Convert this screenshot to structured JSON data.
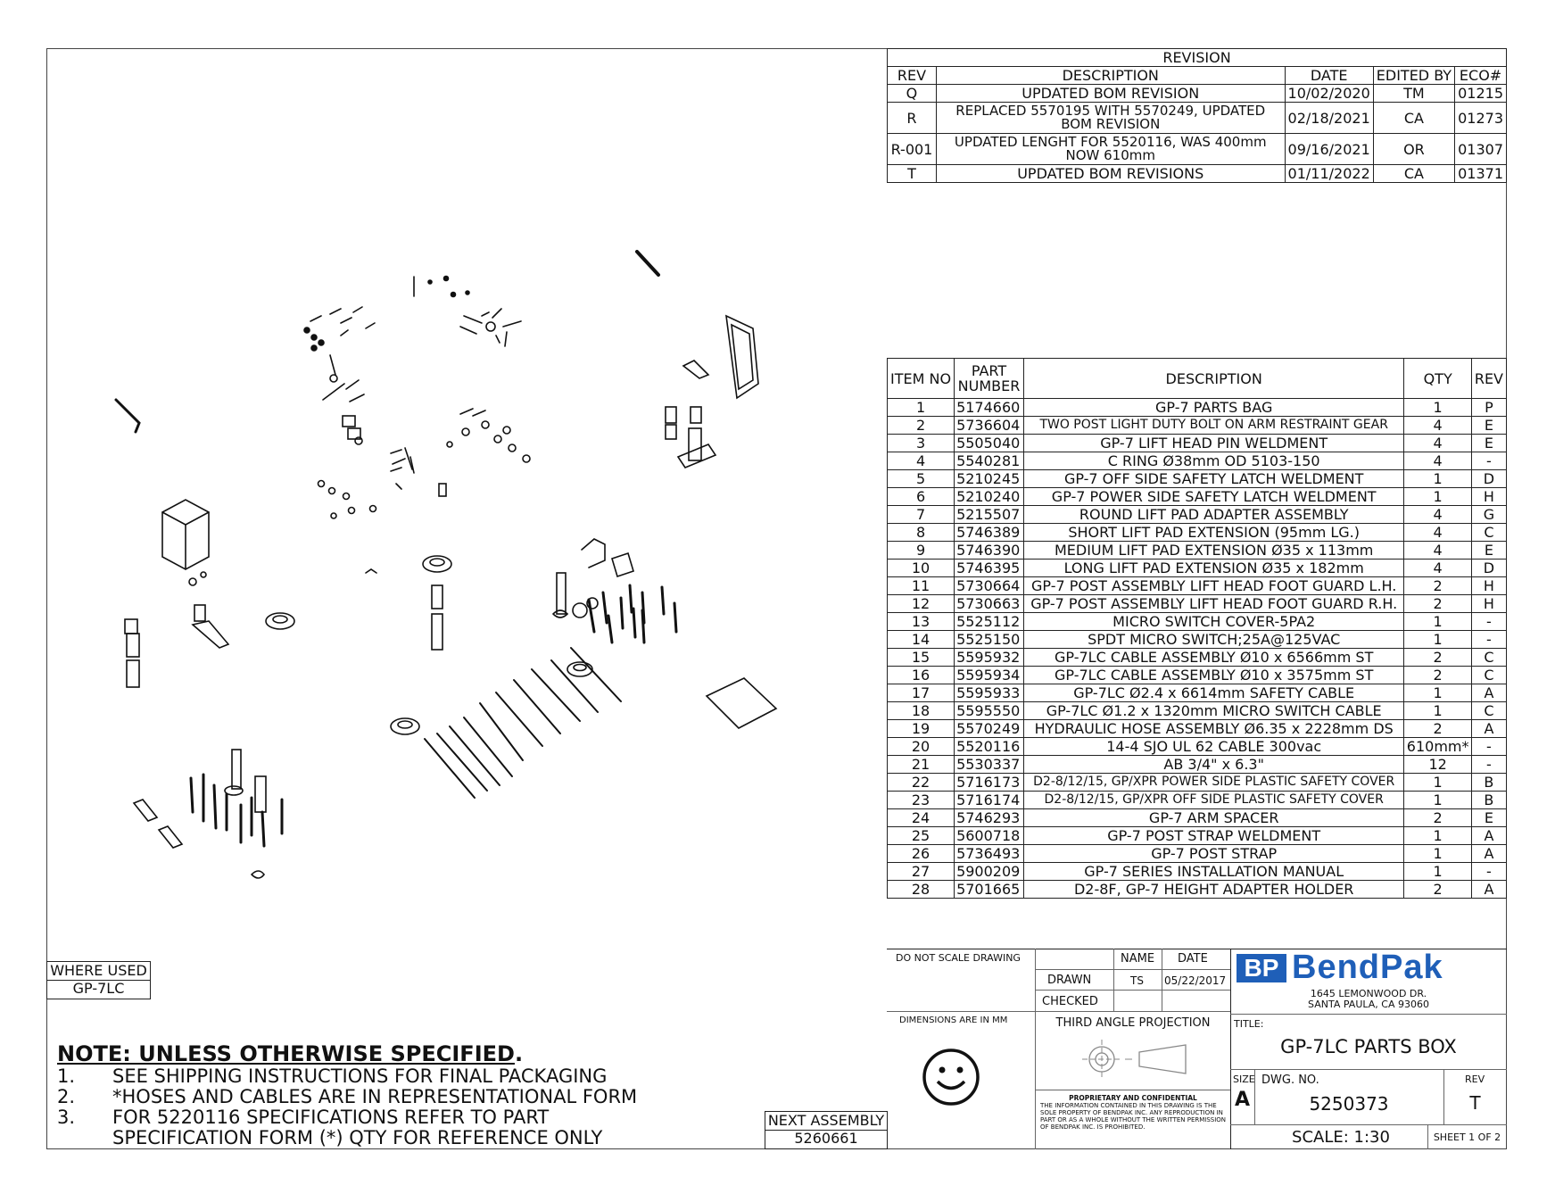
{
  "revision": {
    "title": "REVISION",
    "headers": [
      "REV",
      "DESCRIPTION",
      "DATE",
      "EDITED BY",
      "ECO#"
    ],
    "rows": [
      [
        "Q",
        "UPDATED BOM REVISION",
        "10/02/2020",
        "TM",
        "01215"
      ],
      [
        "R",
        "REPLACED 5570195 WITH 5570249, UPDATED BOM REVISION",
        "02/18/2021",
        "CA",
        "01273"
      ],
      [
        "R-001",
        "UPDATED LENGHT FOR 5520116, WAS 400mm NOW 610mm",
        "09/16/2021",
        "OR",
        "01307"
      ],
      [
        "T",
        "UPDATED BOM REVISIONS",
        "01/11/2022",
        "CA",
        "01371"
      ]
    ]
  },
  "bom": {
    "headers": {
      "item": "ITEM NO",
      "part": "PART NUMBER",
      "description": "DESCRIPTION",
      "qty": "QTY",
      "rev": "REV"
    },
    "rows": [
      [
        "1",
        "5174660",
        "GP-7 PARTS BAG",
        "1",
        "P"
      ],
      [
        "2",
        "5736604",
        "TWO POST LIGHT DUTY BOLT ON ARM RESTRAINT GEAR",
        "4",
        "E"
      ],
      [
        "3",
        "5505040",
        "GP-7 LIFT HEAD PIN WELDMENT",
        "4",
        "E"
      ],
      [
        "4",
        "5540281",
        "C RING Ø38mm OD 5103-150",
        "4",
        "-"
      ],
      [
        "5",
        "5210245",
        "GP-7 OFF SIDE SAFETY LATCH WELDMENT",
        "1",
        "D"
      ],
      [
        "6",
        "5210240",
        "GP-7 POWER SIDE SAFETY LATCH WELDMENT",
        "1",
        "H"
      ],
      [
        "7",
        "5215507",
        "ROUND LIFT PAD ADAPTER ASSEMBLY",
        "4",
        "G"
      ],
      [
        "8",
        "5746389",
        "SHORT LIFT PAD EXTENSION (95mm LG.)",
        "4",
        "C"
      ],
      [
        "9",
        "5746390",
        "MEDIUM LIFT PAD EXTENSION Ø35 x 113mm",
        "4",
        "E"
      ],
      [
        "10",
        "5746395",
        "LONG LIFT PAD EXTENSION Ø35 x 182mm",
        "4",
        "D"
      ],
      [
        "11",
        "5730664",
        "GP-7 POST ASSEMBLY LIFT HEAD FOOT GUARD L.H.",
        "2",
        "H"
      ],
      [
        "12",
        "5730663",
        "GP-7 POST ASSEMBLY LIFT HEAD FOOT GUARD R.H.",
        "2",
        "H"
      ],
      [
        "13",
        "5525112",
        "MICRO SWITCH COVER-5PA2",
        "1",
        "-"
      ],
      [
        "14",
        "5525150",
        "SPDT MICRO SWITCH;25A@125VAC",
        "1",
        "-"
      ],
      [
        "15",
        "5595932",
        "GP-7LC CABLE ASSEMBLY Ø10 x 6566mm ST",
        "2",
        "C"
      ],
      [
        "16",
        "5595934",
        "GP-7LC CABLE ASSEMBLY Ø10 x 3575mm ST",
        "2",
        "C"
      ],
      [
        "17",
        "5595933",
        "GP-7LC Ø2.4 x 6614mm SAFETY CABLE",
        "1",
        "A"
      ],
      [
        "18",
        "5595550",
        "GP-7LC Ø1.2 x 1320mm MICRO SWITCH CABLE",
        "1",
        "C"
      ],
      [
        "19",
        "5570249",
        "HYDRAULIC HOSE ASSEMBLY Ø6.35 x 2228mm DS",
        "2",
        "A"
      ],
      [
        "20",
        "5520116",
        "14-4 SJO UL 62 CABLE 300vac",
        "610mm*",
        "-"
      ],
      [
        "21",
        "5530337",
        "AB 3/4\" x 6.3\"",
        "12",
        "-"
      ],
      [
        "22",
        "5716173",
        "D2-8/12/15, GP/XPR POWER SIDE PLASTIC SAFETY COVER",
        "1",
        "B"
      ],
      [
        "23",
        "5716174",
        "D2-8/12/15, GP/XPR OFF SIDE PLASTIC SAFETY COVER",
        "1",
        "B"
      ],
      [
        "24",
        "5746293",
        "GP-7 ARM SPACER",
        "2",
        "E"
      ],
      [
        "25",
        "5600718",
        "GP-7 POST STRAP WELDMENT",
        "1",
        "A"
      ],
      [
        "26",
        "5736493",
        "GP-7 POST STRAP",
        "1",
        "A"
      ],
      [
        "27",
        "5900209",
        "GP-7 SERIES INSTALLATION MANUAL",
        "1",
        "-"
      ],
      [
        "28",
        "5701665",
        "D2-8F, GP-7 HEIGHT ADAPTER HOLDER",
        "2",
        "A"
      ]
    ]
  },
  "title_block": {
    "do_not_scale": "DO NOT SCALE DRAWING",
    "name_label": "NAME",
    "date_label": "DATE",
    "drawn_label": "DRAWN",
    "drawn_name": "TS",
    "drawn_date": "05/22/2017",
    "checked_label": "CHECKED",
    "dimensions_note": "DIMENSIONS ARE IN MM",
    "projection": "THIRD ANGLE PROJECTION",
    "proprietary_title": "PROPRIETARY AND CONFIDENTIAL",
    "proprietary_text": "THE INFORMATION CONTAINED IN THIS DRAWING IS THE SOLE PROPERTY OF BENDPAK INC. ANY REPRODUCTION IN PART OR AS A WHOLE WITHOUT THE WRITTEN PERMISSION OF BENDPAK INC. IS PROHIBITED.",
    "logo_mark": "BP",
    "logo_text": "BendPak",
    "address_line1": "1645 LEMONWOOD DR.",
    "address_line2": "SANTA PAULA, CA 93060",
    "title_label": "TITLE:",
    "title": "GP-7LC PARTS BOX",
    "size_label": "SIZE",
    "size": "A",
    "dwg_no_label": "DWG. NO.",
    "dwg_no": "5250373",
    "rev_label": "REV",
    "rev": "T",
    "scale": "SCALE: 1:30",
    "sheet": "SHEET 1 OF 2"
  },
  "where_used": {
    "label": "WHERE USED",
    "value": "GP-7LC"
  },
  "next_assembly": {
    "label": "NEXT ASSEMBLY",
    "value": "5260661"
  },
  "notes": {
    "title": "NOTE: UNLESS OTHERWISE SPECIFIED",
    "items": [
      {
        "num": "1.",
        "text": "SEE SHIPPING INSTRUCTIONS FOR FINAL PACKAGING"
      },
      {
        "num": "2.",
        "text": "*HOSES AND CABLES ARE IN REPRESENTATIONAL FORM"
      },
      {
        "num": "3.",
        "text": "FOR 5220116 SPECIFICATIONS REFER TO PART"
      },
      {
        "num": "",
        "text": "SPECIFICATION FORM (*) QTY FOR REFERENCE ONLY"
      }
    ]
  },
  "colors": {
    "brand_blue": "#1f5fb8",
    "line": "#222222"
  },
  "icons": [
    "smiley-face-icon",
    "third-angle-projection-icon",
    "bendpak-logo-icon"
  ]
}
